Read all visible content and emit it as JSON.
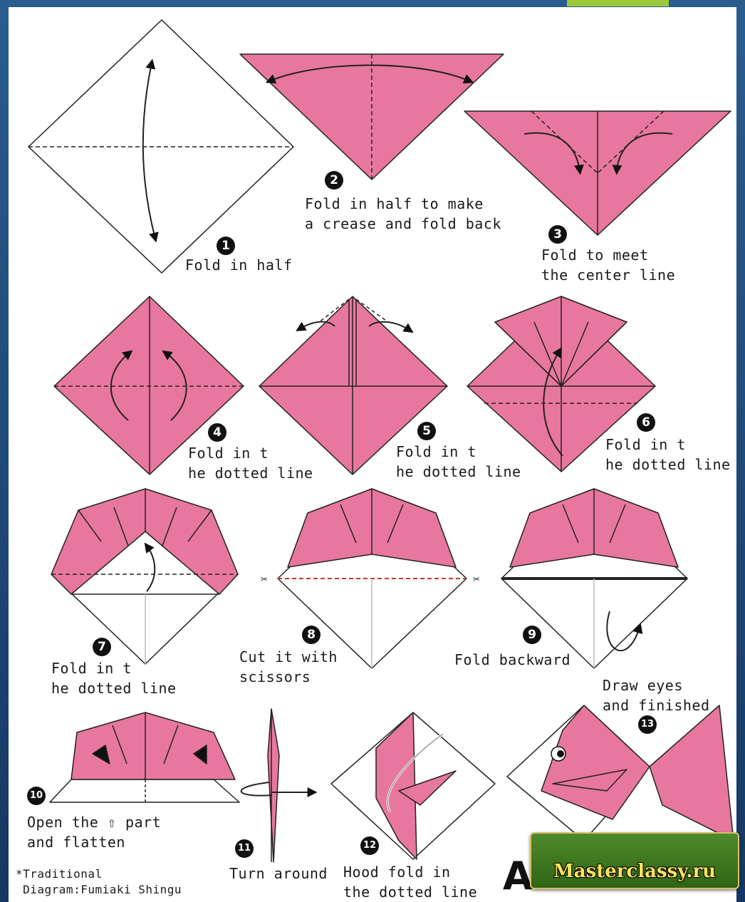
{
  "steps": [
    {
      "num": "1",
      "caption": "Fold in half"
    },
    {
      "num": "2",
      "caption": "Fold in half to make\na crease and fold back"
    },
    {
      "num": "3",
      "caption": "Fold to meet\nthe center line"
    },
    {
      "num": "4",
      "caption": "Fold in t\nhe dotted line"
    },
    {
      "num": "5",
      "caption": "Fold in t\nhe dotted line"
    },
    {
      "num": "6",
      "caption": "Fold in t\nhe dotted line"
    },
    {
      "num": "7",
      "caption": "Fold in t\nhe dotted line"
    },
    {
      "num": "8",
      "caption": "Cut it with\nscissors"
    },
    {
      "num": "9",
      "caption": "Fold backward"
    },
    {
      "num": "10",
      "caption": "Open the ⇧ part\nand flatten"
    },
    {
      "num": "11",
      "caption": "Turn around"
    },
    {
      "num": "12",
      "caption": "Hood fold in\nthe dotted line"
    },
    {
      "num": "13",
      "caption": "Draw eyes\nand finished"
    }
  ],
  "credit": {
    "line1": "*Traditional",
    "line2": " Diagram:Fumiaki Shingu"
  },
  "logo": {
    "letters": "A",
    "badge_text": "Masterclassy.ru"
  },
  "colors": {
    "paper_pink": "#e8779f",
    "paper_white": "#ffffff",
    "frame_blue": "#1c3f6e",
    "accent_green": "#9cc83a"
  }
}
